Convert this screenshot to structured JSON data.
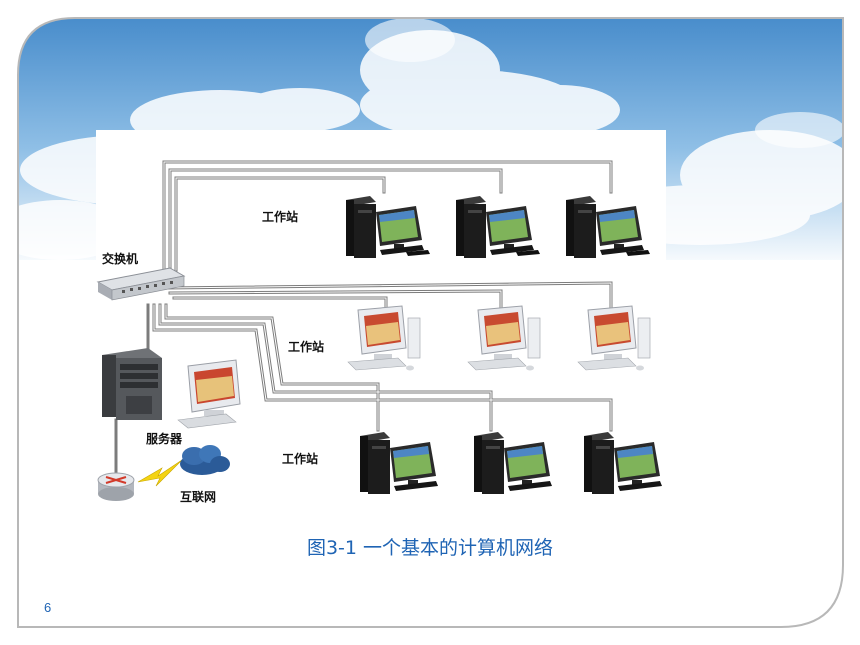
{
  "diagram": {
    "labels": {
      "switch": "交换机",
      "workstation_row1": "工作站",
      "workstation_row2": "工作站",
      "workstation_row3": "工作站",
      "server": "服务器",
      "internet": "互联网"
    }
  },
  "caption": "图3-1 一个基本的计算机网络",
  "page_number": "6",
  "colors": {
    "caption": "#1f64b4",
    "cable": "#8a8a8a",
    "frame_border": "#b8b8b8",
    "sky": "#6fa6d6"
  },
  "icons": {
    "switch": "network-switch-icon",
    "server": "server-tower-icon",
    "router": "router-icon",
    "internet": "cloud-icon",
    "link": "lightning-icon",
    "workstation_tower": "desktop-tower-icon",
    "workstation_crt": "crt-computer-icon"
  }
}
